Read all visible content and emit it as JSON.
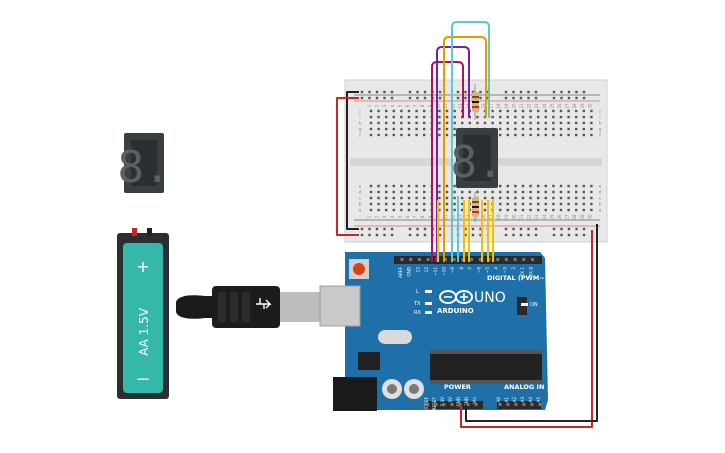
{
  "battery": {
    "label": "AA 1.5V",
    "plus": "+",
    "minus": "−"
  },
  "arduino": {
    "brand": "ARDUINO",
    "model": "UNO",
    "digital_label": "DIGITAL (PWM~)",
    "power_label": "POWER",
    "analog_label": "ANALOG IN",
    "on_label": "ON",
    "tx_label": "TX",
    "rx_label": "RX",
    "l_label": "L",
    "digital_pins": [
      "AREF",
      "GND",
      "13",
      "12",
      "~11",
      "~10",
      "~9",
      "8",
      "7",
      "~6",
      "~5",
      "4",
      "~3",
      "2",
      "TX 1",
      "RX 0"
    ],
    "power_pins": [
      "IOREF",
      "RESET",
      "3.3V",
      "5V",
      "GND",
      "GND",
      "Vin"
    ],
    "analog_pins": [
      "A0",
      "A1",
      "A2",
      "A3",
      "A4",
      "A5"
    ]
  },
  "breadboard": {
    "row_letters_top": [
      "j",
      "i",
      "h",
      "g",
      "f"
    ],
    "row_letters_bottom": [
      "e",
      "d",
      "c",
      "b",
      "a"
    ],
    "column_numbers": [
      "1",
      "2",
      "3",
      "4",
      "5",
      "6",
      "7",
      "8",
      "9",
      "10",
      "11",
      "12",
      "13",
      "14",
      "15",
      "16",
      "17",
      "18",
      "19",
      "20",
      "21",
      "22",
      "23",
      "24",
      "25",
      "26",
      "27",
      "28",
      "29",
      "30"
    ]
  },
  "display_glyph": "8.",
  "colors": {
    "arduino_blue": "#1f6fa8",
    "breadboard": "#e8e8e8",
    "battery_teal": "#35b7a9",
    "wire_red": "#c62828",
    "wire_black": "#222222",
    "wire_purple": "#7b1fa2",
    "wire_magenta": "#ad1457",
    "wire_orange": "#e69a00",
    "wire_cyan": "#5ec8d0",
    "wire_yellow": "#f2c200"
  }
}
